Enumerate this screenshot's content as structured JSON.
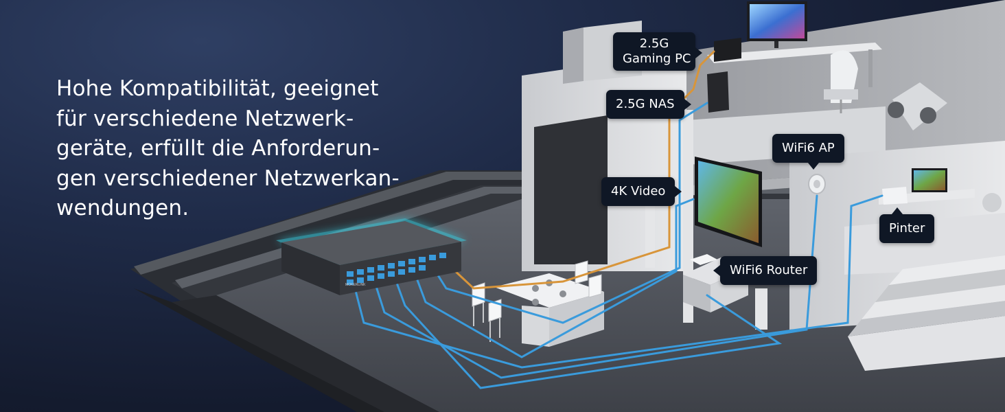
{
  "headline": {
    "lines": [
      "Hohe Kompatibilität, geeignet",
      "für verschiedene Netzwerk-",
      "geräte, erfüllt die Anforderun-",
      "gen verschiedener Netzwerkan-",
      "wendungen."
    ]
  },
  "labels": {
    "gaming_pc_line1": "2.5G",
    "gaming_pc_line2": "Gaming PC",
    "nas": "2.5G NAS",
    "wifi_ap": "WiFi6 AP",
    "video": "4K Video",
    "router": "WiFi6 Router",
    "printer": "Pinter"
  },
  "switch": {
    "brand_text": "MOKERLINK"
  },
  "colors": {
    "background": "#1a2540",
    "cable_blue": "#3a9bdc",
    "cable_orange": "#d8953a",
    "switch_glow": "#37d3e6",
    "label_bg": "#0f1725"
  }
}
